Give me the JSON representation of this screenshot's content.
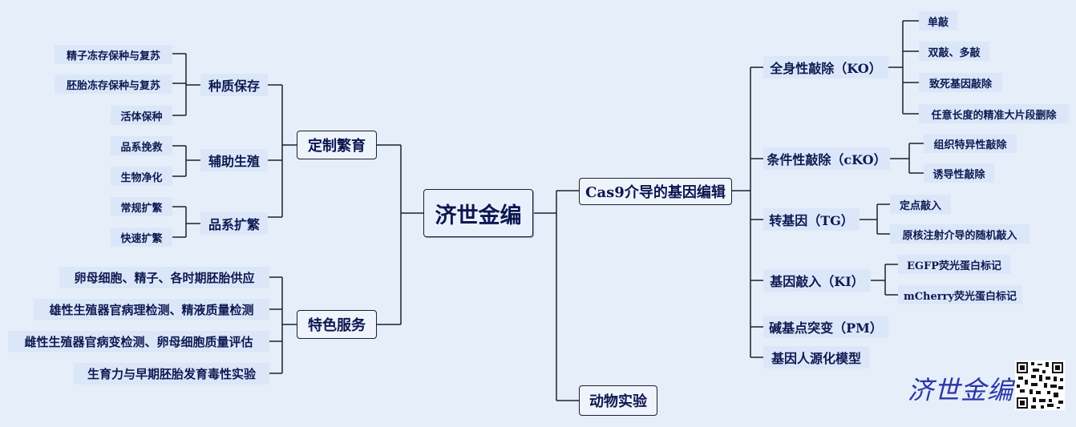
{
  "root": {
    "label": "济世金编"
  },
  "left": {
    "breeding": {
      "label": "定制繁育",
      "germplasm": {
        "label": "种质保存",
        "items": [
          "精子冻存保种与复苏",
          "胚胎冻存保种与复苏",
          "活体保种"
        ]
      },
      "assisted": {
        "label": "辅助生殖",
        "items": [
          "品系挽救",
          "生物净化"
        ]
      },
      "expansion": {
        "label": "品系扩繁",
        "items": [
          "常规扩繁",
          "快速扩繁"
        ]
      }
    },
    "services": {
      "label": "特色服务",
      "items": [
        "卵母细胞、精子、各时期胚胎供应",
        "雄性生殖器官病理检测、精液质量检测",
        "雌性生殖器官病变检测、卵母细胞质量评估",
        "生育力与早期胚胎发育毒性实验"
      ]
    }
  },
  "right": {
    "cas9": {
      "label": "Cas9介导的基因编辑",
      "ko": {
        "label": "全身性敲除（KO）",
        "items": [
          "单敲",
          "双敲、多敲",
          "致死基因敲除",
          "任意长度的精准大片段删除"
        ]
      },
      "cko": {
        "label": "条件性敲除（cKO）",
        "items": [
          "组织特异性敲除",
          "诱导性敲除"
        ]
      },
      "tg": {
        "label": "转基因（TG）",
        "items": [
          "定点敲入",
          "原核注射介导的随机敲入"
        ]
      },
      "ki": {
        "label": "基因敲入（KI）",
        "items": [
          "EGFP荧光蛋白标记",
          "mCherry荧光蛋白标记"
        ]
      },
      "pm": {
        "label": "碱基点突变（PM）"
      },
      "humanized": {
        "label": "基因人源化模型"
      }
    },
    "animal": {
      "label": "动物实验"
    }
  },
  "watermark": {
    "text": "济世金编",
    "qr_icon": "qr-code-icon"
  },
  "colors": {
    "background": "#e6eefa",
    "node_fill": "#dbe7f8",
    "text": "#0d1a52",
    "line": "#1a2030"
  }
}
